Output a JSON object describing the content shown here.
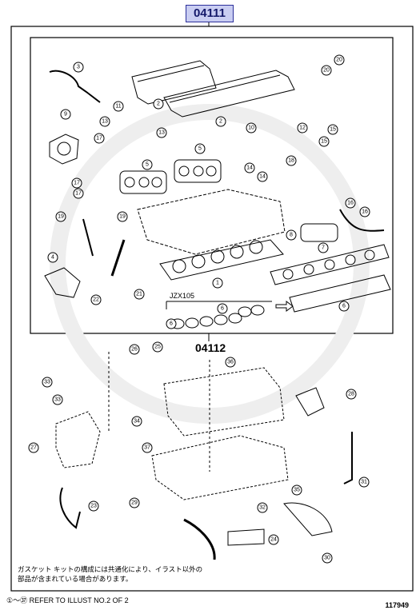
{
  "diagram": {
    "top_part_code": "04111",
    "mid_part_code": "04112",
    "model_label": "JZX105",
    "note_line1": "ガスケット キットの構成には共通化により、イラスト以外の",
    "note_line2": "部品が含まれている場合があります。",
    "footer_reference": "①～㊲ REFER TO ILLUST NO.2 OF 2",
    "illustration_id": "117949",
    "callouts": [
      "1",
      "2",
      "2",
      "3",
      "4",
      "5",
      "5",
      "6",
      "6",
      "6",
      "7",
      "8",
      "9",
      "10",
      "11",
      "12",
      "13",
      "13",
      "14",
      "14",
      "15",
      "15",
      "16",
      "16",
      "17",
      "17",
      "17",
      "18",
      "19",
      "19",
      "20",
      "20",
      "21",
      "22",
      "23",
      "24",
      "25",
      "26",
      "27",
      "28",
      "29",
      "30",
      "31",
      "32",
      "33",
      "33",
      "34",
      "35",
      "36",
      "37"
    ]
  }
}
